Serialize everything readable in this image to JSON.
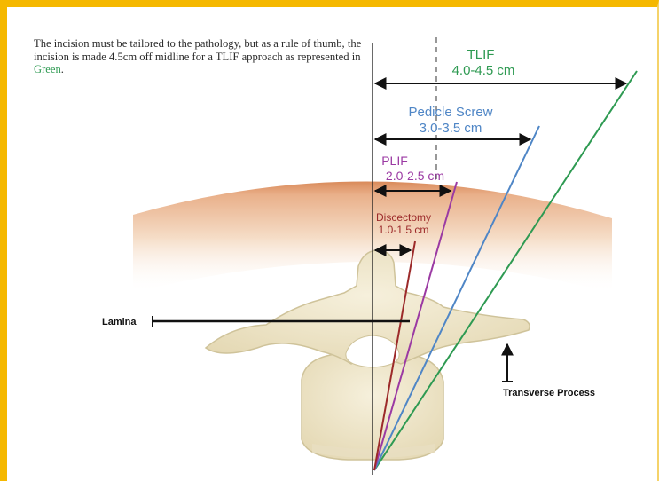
{
  "caption": {
    "text_before": "The incision must be tailored to the pathology, but as a rule of thumb, the incision is made 4.5cm off midline for a TLIF approach as represented in ",
    "highlight": "Green",
    "text_after": "."
  },
  "approaches": [
    {
      "name": "TLIF",
      "range": "4.0-4.5 cm",
      "color": "#2e9a52"
    },
    {
      "name": "Pedicle Screw",
      "range": "3.0-3.5 cm",
      "color": "#4f86c6"
    },
    {
      "name": "PLIF",
      "range": "2.0-2.5 cm",
      "color": "#9b3aa3"
    },
    {
      "name": "Discectomy",
      "range": "1.0-1.5 cm",
      "color": "#9c2a2a"
    }
  ],
  "anatomy": {
    "lamina_label": "Lamina",
    "transverse_label": "Transverse Process"
  },
  "colors": {
    "border": "#f5b800",
    "skin": "#e8a77a",
    "bone": "#f1ead2",
    "bone_outline": "#cfc39a",
    "line": "#1a1a1a"
  }
}
